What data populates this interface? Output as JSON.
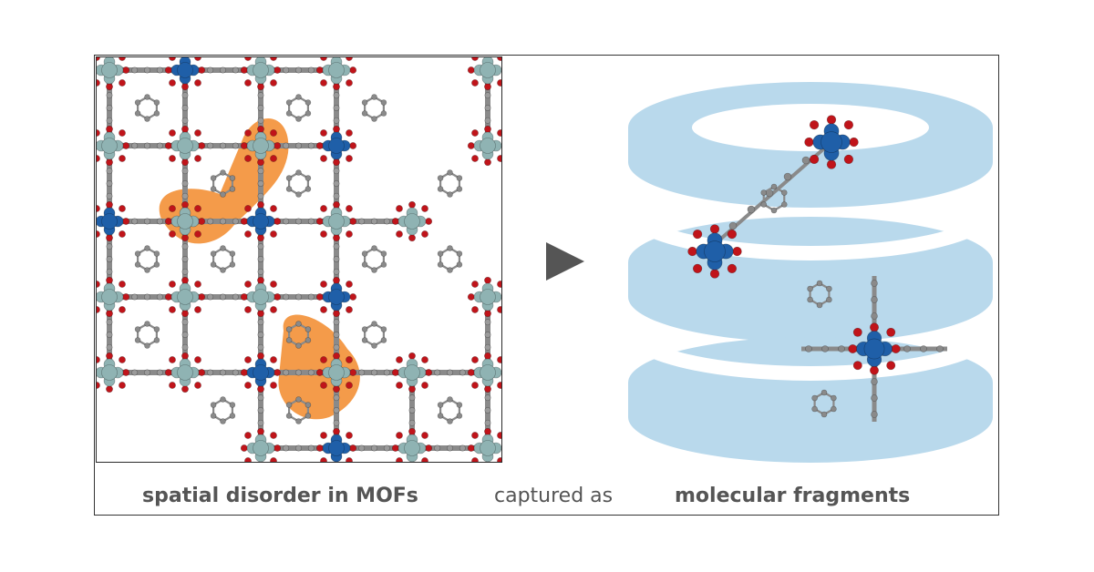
{
  "caption": {
    "left": "spatial disorder in MOFs",
    "middle": "captured as",
    "right": "molecular fragments"
  },
  "colors": {
    "metal_teal": "#8fb3b3",
    "metal_blue": "#1f5fa8",
    "oxygen": "#c0141a",
    "carbon": "#8a8a8a",
    "hydrogen": "#d9d9d9",
    "highlight": "#f28a2a",
    "database": "#b9d9ec",
    "arrow": "#555555"
  },
  "lattice": {
    "missing_clusters": [
      [
        4,
        0
      ],
      [
        4,
        1
      ],
      [
        5,
        2
      ],
      [
        4,
        3
      ],
      [
        0,
        5
      ],
      [
        1,
        5
      ]
    ],
    "blue_clusters": [
      [
        1,
        0
      ],
      [
        3,
        1
      ],
      [
        0,
        2
      ],
      [
        2,
        2
      ],
      [
        4,
        0
      ],
      [
        3,
        3
      ],
      [
        1,
        5
      ],
      [
        2,
        4
      ],
      [
        3,
        5
      ]
    ]
  }
}
